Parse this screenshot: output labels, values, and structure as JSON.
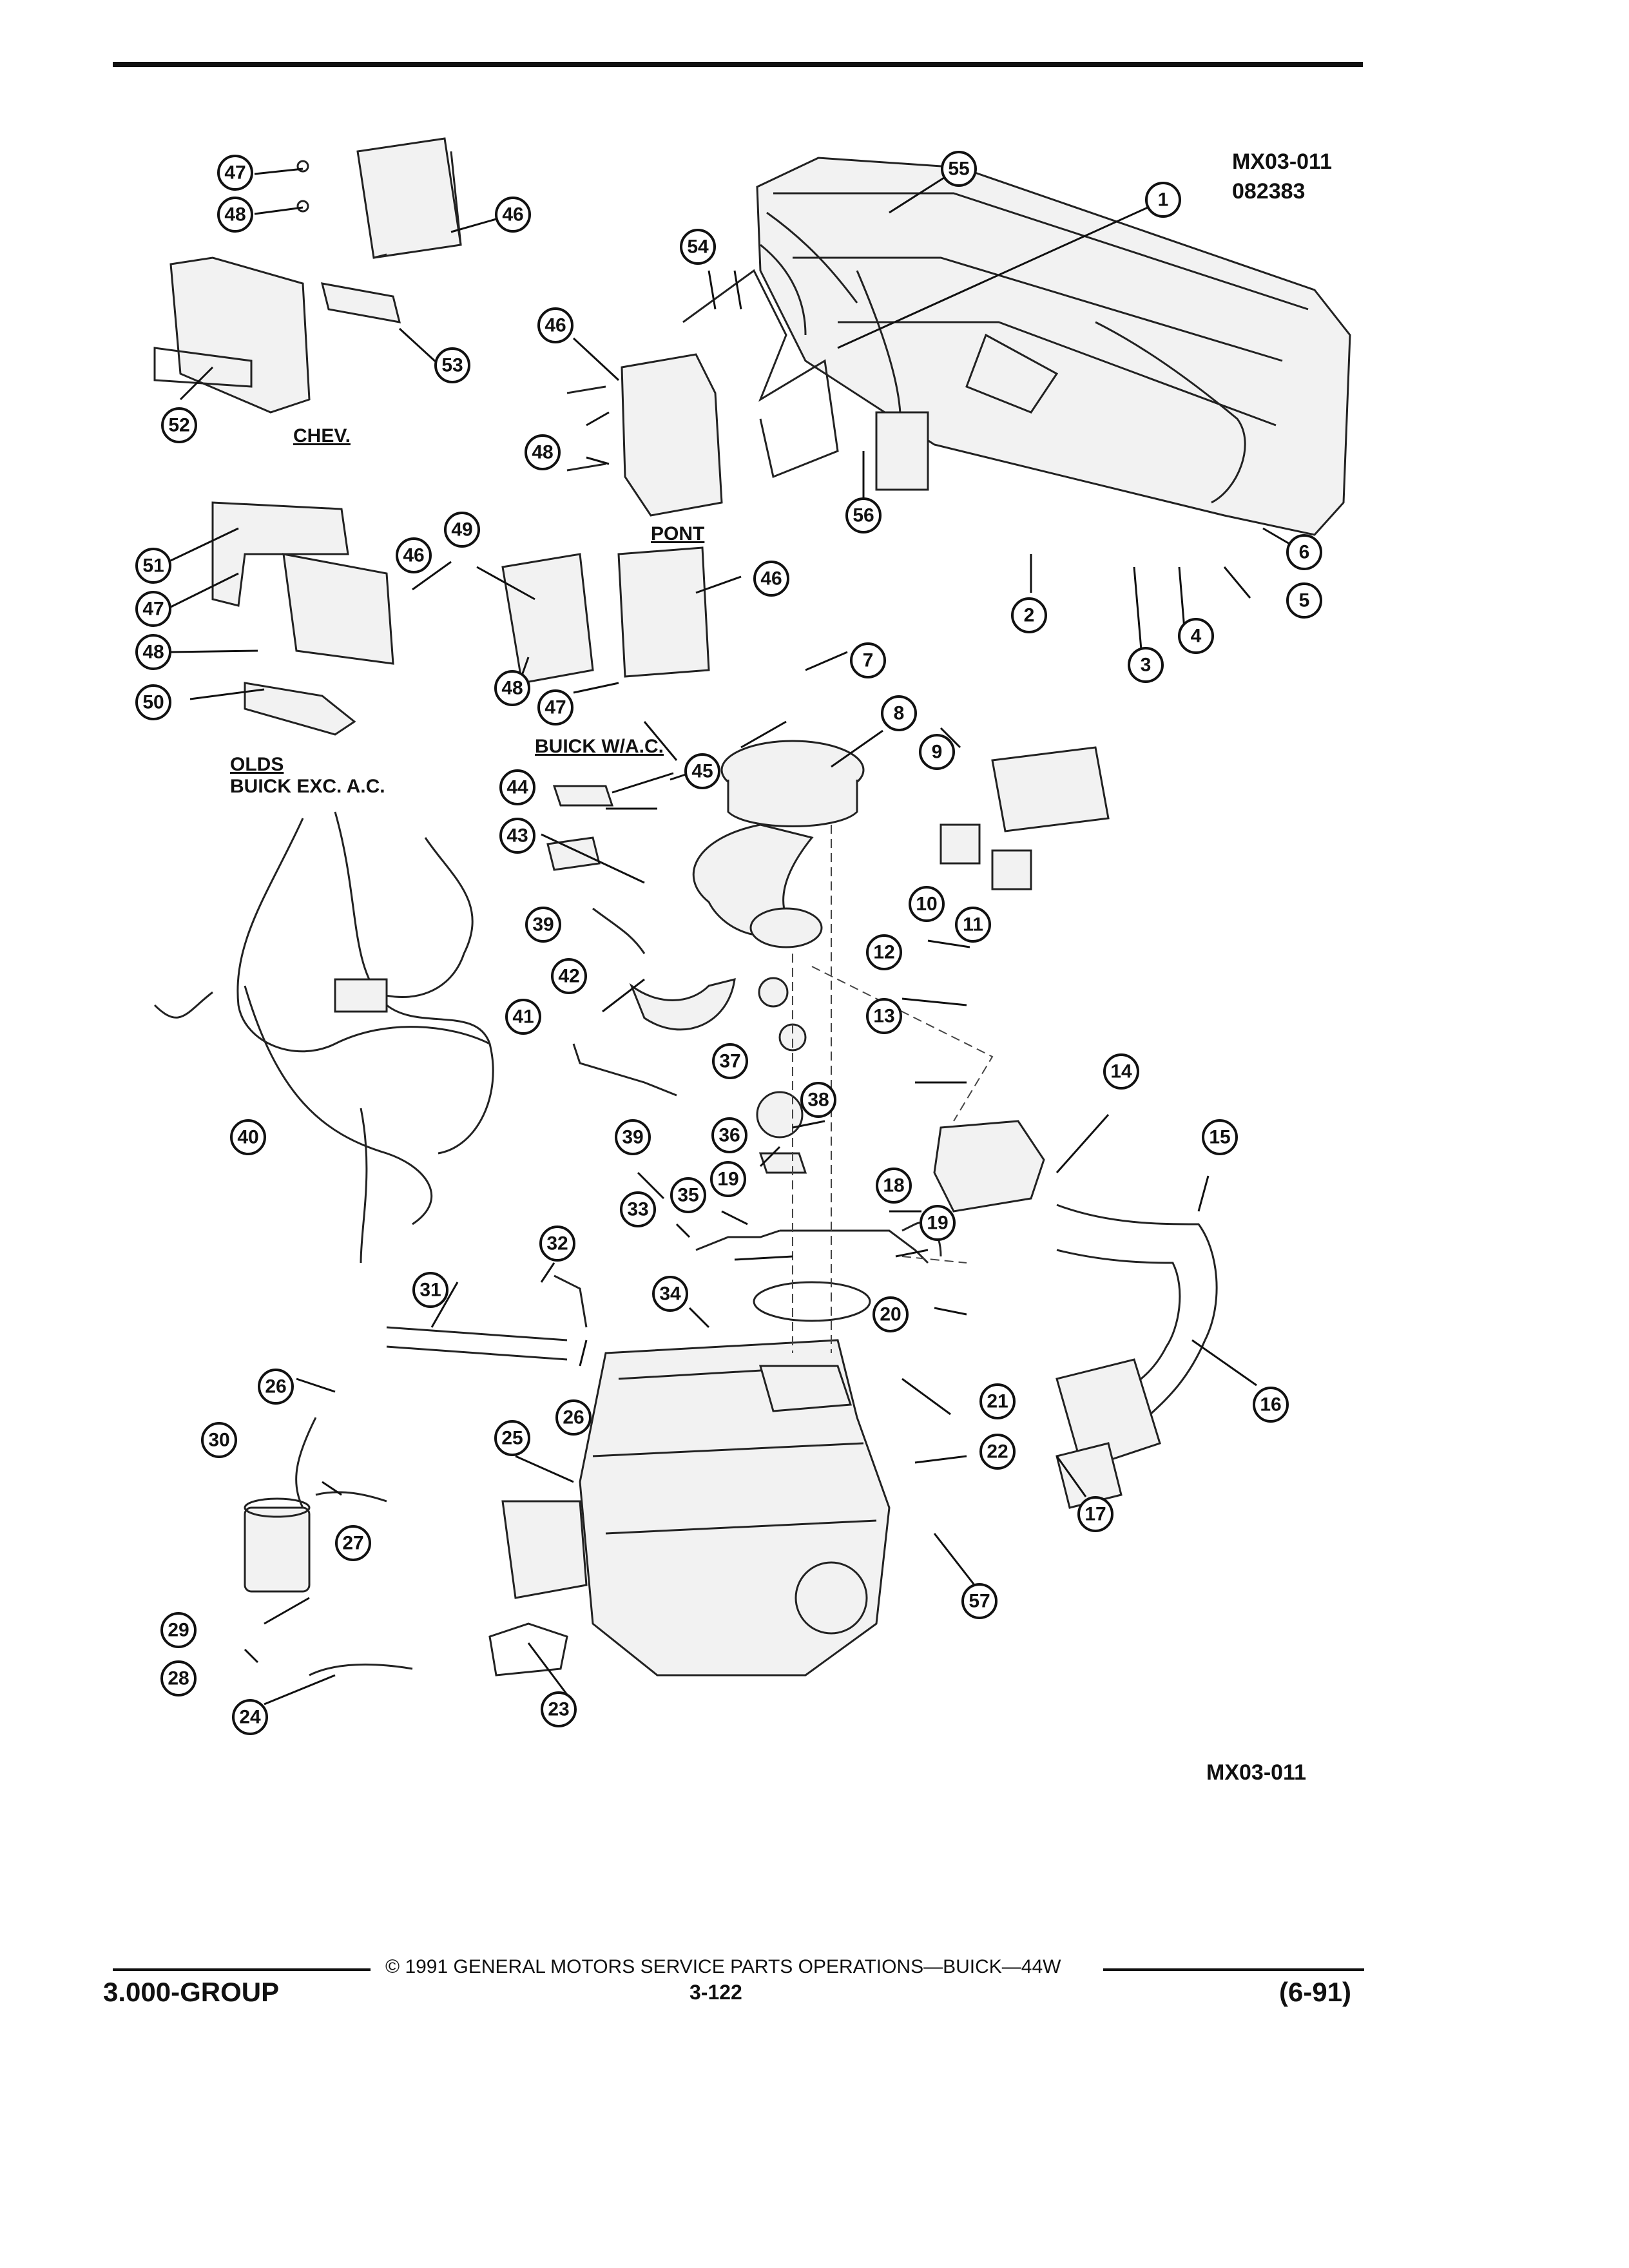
{
  "header": {
    "code": "MX03-011",
    "number": "082383"
  },
  "section_labels": {
    "chev": "CHEV.",
    "pont": "PONT",
    "buick_wac": "BUICK W/A.C.",
    "olds": "OLDS",
    "buick_exc": "BUICK EXC. A.C."
  },
  "bottom_code": "MX03-011",
  "footer": {
    "copyright": "© 1991 GENERAL MOTORS SERVICE PARTS OPERATIONS—BUICK—44W",
    "group": "3.000-GROUP",
    "page": "3-122",
    "date": "(6-91)"
  },
  "callouts": [
    "1",
    "2",
    "3",
    "4",
    "5",
    "6",
    "7",
    "8",
    "9",
    "10",
    "11",
    "12",
    "13",
    "14",
    "15",
    "16",
    "17",
    "18",
    "19",
    "19",
    "20",
    "21",
    "22",
    "23",
    "24",
    "25",
    "26",
    "26",
    "27",
    "28",
    "29",
    "30",
    "31",
    "32",
    "33",
    "34",
    "35",
    "36",
    "37",
    "38",
    "39",
    "39",
    "40",
    "41",
    "42",
    "43",
    "44",
    "45",
    "46",
    "46",
    "46",
    "46",
    "47",
    "47",
    "47",
    "48",
    "48",
    "48",
    "48",
    "49",
    "50",
    "51",
    "52",
    "53",
    "54",
    "55",
    "56",
    "57"
  ]
}
